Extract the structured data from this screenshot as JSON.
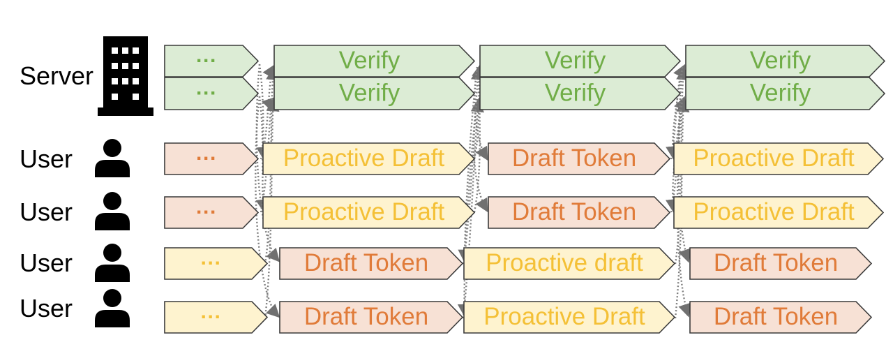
{
  "colors": {
    "green_fill": "#dcecd5",
    "green_text": "#70ad47",
    "orange_fill": "#f7e1d5",
    "orange_text": "#e07b39",
    "yellow_fill": "#fef3cf",
    "yellow_text": "#f4c036",
    "stroke": "#3a3a3a",
    "arrow": "#7f7f7f"
  },
  "rows": [
    {
      "label": "Server",
      "icon": "building-icon",
      "blocks": [
        {
          "text": "···",
          "color": "green"
        },
        {
          "text": "Verify",
          "color": "green"
        },
        {
          "text": "Verify",
          "color": "green"
        },
        {
          "text": "Verify",
          "color": "green"
        }
      ]
    },
    {
      "label": "",
      "icon": "",
      "blocks": [
        {
          "text": "···",
          "color": "green"
        },
        {
          "text": "Verify",
          "color": "green"
        },
        {
          "text": "Verify",
          "color": "green"
        },
        {
          "text": "Verify",
          "color": "green"
        }
      ]
    },
    {
      "label": "User",
      "icon": "user-icon",
      "blocks": [
        {
          "text": "···",
          "color": "orange"
        },
        {
          "text": "Proactive Draft",
          "color": "yellow"
        },
        {
          "text": "Draft Token",
          "color": "orange"
        },
        {
          "text": "Proactive Draft",
          "color": "yellow"
        }
      ]
    },
    {
      "label": "User",
      "icon": "user-icon",
      "blocks": [
        {
          "text": "···",
          "color": "orange"
        },
        {
          "text": "Proactive Draft",
          "color": "yellow"
        },
        {
          "text": "Draft Token",
          "color": "orange"
        },
        {
          "text": "Proactive Draft",
          "color": "yellow"
        }
      ]
    },
    {
      "label": "User",
      "icon": "user-icon",
      "blocks": [
        {
          "text": "···",
          "color": "yellow"
        },
        {
          "text": "Draft Token",
          "color": "orange"
        },
        {
          "text": "Proactive draft",
          "color": "yellow"
        },
        {
          "text": "Draft Token",
          "color": "orange"
        }
      ]
    },
    {
      "label": "User",
      "icon": "user-icon",
      "blocks": [
        {
          "text": "···",
          "color": "yellow"
        },
        {
          "text": "Draft Token",
          "color": "orange"
        },
        {
          "text": "Proactive Draft",
          "color": "yellow"
        },
        {
          "text": "Draft Token",
          "color": "orange"
        }
      ]
    }
  ]
}
